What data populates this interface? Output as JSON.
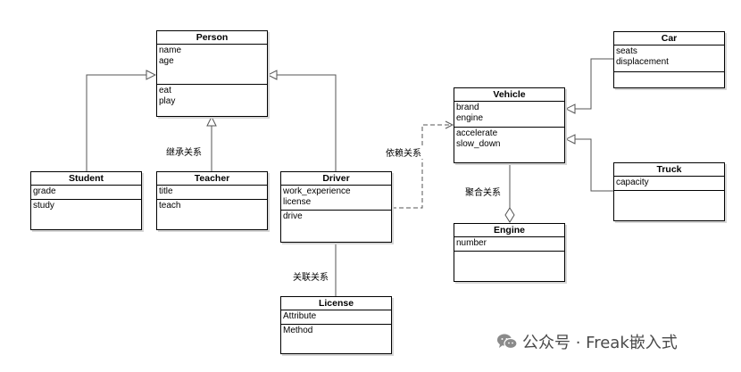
{
  "classes": {
    "person": {
      "name": "Person",
      "attributes": [
        "name",
        "age"
      ],
      "methods": [
        "eat",
        "play"
      ]
    },
    "student": {
      "name": "Student",
      "attributes": [
        "grade"
      ],
      "methods": [
        "study"
      ]
    },
    "teacher": {
      "name": "Teacher",
      "attributes": [
        "title"
      ],
      "methods": [
        "teach"
      ]
    },
    "driver": {
      "name": "Driver",
      "attributes": [
        "work_experience",
        "license"
      ],
      "methods": [
        "drive"
      ]
    },
    "license": {
      "name": "License",
      "attributes": [
        "Attribute"
      ],
      "methods": [
        "Method"
      ]
    },
    "vehicle": {
      "name": "Vehicle",
      "attributes": [
        "brand",
        "engine"
      ],
      "methods": [
        "accelerate",
        "slow_down"
      ]
    },
    "car": {
      "name": "Car",
      "attributes": [
        "seats",
        "displacement"
      ],
      "methods": []
    },
    "truck": {
      "name": "Truck",
      "attributes": [
        "capacity"
      ],
      "methods": []
    },
    "engine": {
      "name": "Engine",
      "attributes": [
        "number"
      ],
      "methods": []
    }
  },
  "labels": {
    "inheritance": "继承关系",
    "dependency": "依赖关系",
    "aggregation": "聚合关系",
    "association": "关联关系"
  },
  "watermark": {
    "text": "公众号 · Freak嵌入式",
    "icon": "wechat-icon"
  },
  "colors": {
    "line": "#555555",
    "border": "#000000",
    "shadow": "#d6d6d6",
    "watermark": "#4a4a4a"
  }
}
